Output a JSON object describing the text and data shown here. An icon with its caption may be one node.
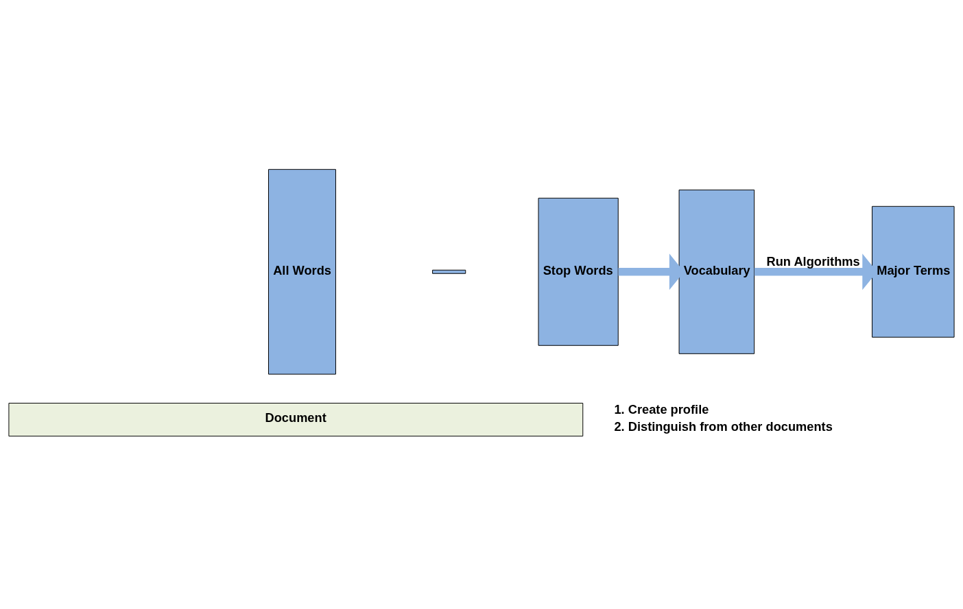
{
  "diagram": {
    "nodes": [
      {
        "text": [
          "All Words"
        ]
      },
      {
        "text": [],
        "shape": "bar"
      },
      {
        "text": [
          "Stop Words"
        ]
      },
      {
        "text": [
          "Vocabulary"
        ]
      },
      {
        "text": [
          "Major Terms"
        ]
      },
      {
        "text": [
          "Document"
        ]
      }
    ],
    "edges": [
      {
        "from": 2,
        "to": 3,
        "arrow": "to"
      },
      {
        "from": 3,
        "to": 4,
        "arrow": "to",
        "label": "Run Algorithms"
      }
    ],
    "labels": [
      "1. Create profile",
      "2. Distinguish from other documents"
    ]
  }
}
